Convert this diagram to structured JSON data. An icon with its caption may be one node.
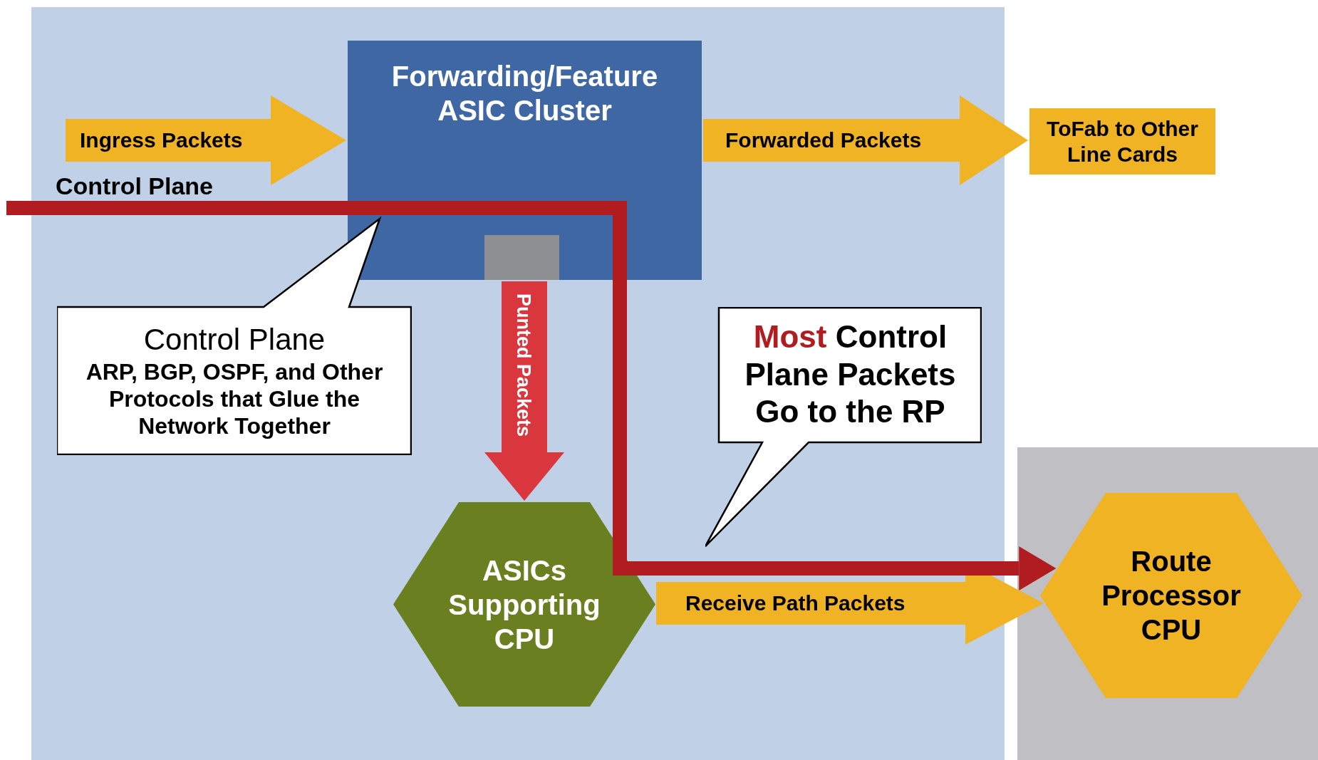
{
  "diagram": {
    "nodes": [
      {
        "text": [
          "Forwarding/Feature ASIC Cluster"
        ]
      },
      {
        "text": [
          "ToFab to Other Line Cards"
        ]
      },
      {
        "text": [
          "ASICs Supporting CPU"
        ]
      },
      {
        "text": [
          "Route Processor CPU"
        ]
      },
      {
        "text": [
          "Control Plane",
          "ARP, BGP, OSPF, and Other Protocols that Glue the Network Together"
        ]
      },
      {
        "text": [
          "Most Control Plane Packets Go to the RP"
        ]
      }
    ],
    "edges": [
      {
        "from": null,
        "to": 0,
        "arrow": "to",
        "label": "Ingress Packets"
      },
      {
        "from": 0,
        "to": 1,
        "arrow": "to",
        "label": "Forwarded Packets"
      },
      {
        "from": 0,
        "to": 2,
        "arrow": "to",
        "label": "Punted Packets",
        "color": "#d9363e"
      },
      {
        "from": 2,
        "to": 3,
        "arrow": "to",
        "label": "Receive Path Packets"
      },
      {
        "from": null,
        "to": 3,
        "arrow": "to",
        "label": "Control Plane",
        "color": "#b01c1f"
      }
    ]
  }
}
